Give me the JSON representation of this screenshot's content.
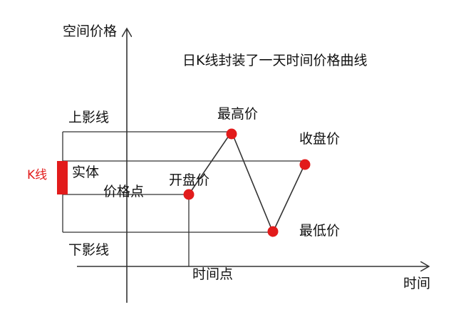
{
  "title": "日K线封装了一天时间价格曲线",
  "axes": {
    "y_label": "空间价格",
    "x_label": "时间"
  },
  "labels": {
    "upper_shadow": "上影线",
    "lower_shadow": "下影线",
    "k_line": "K线",
    "body": "实体",
    "price_point": "价格点",
    "time_point": "时间点"
  },
  "points": {
    "open": "开盘价",
    "high": "最高价",
    "close": "收盘价",
    "low": "最低价"
  },
  "colors": {
    "line": "#333333",
    "accent": "#e21b1b",
    "text": "#111111"
  }
}
